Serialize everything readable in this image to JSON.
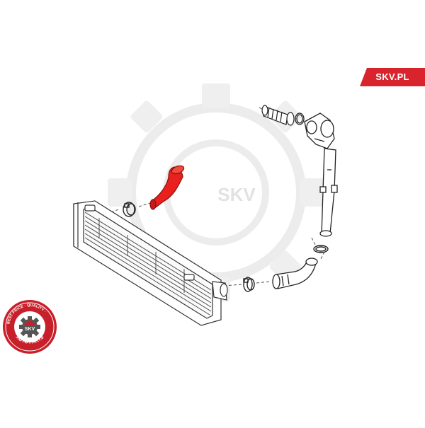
{
  "brand": {
    "label": "SKV.PL",
    "color": "#d9232d"
  },
  "watermark": {
    "text": "SKV",
    "color": "#e6e6e6"
  },
  "seal": {
    "ring_text": "BEST PRICE · QUALITY ·",
    "center_text": "SKV",
    "bottom_text": "AUTO PARTS",
    "color": "#c8202b"
  },
  "highlight_part": {
    "name": "intercooler hose",
    "color": "#e8201e"
  }
}
